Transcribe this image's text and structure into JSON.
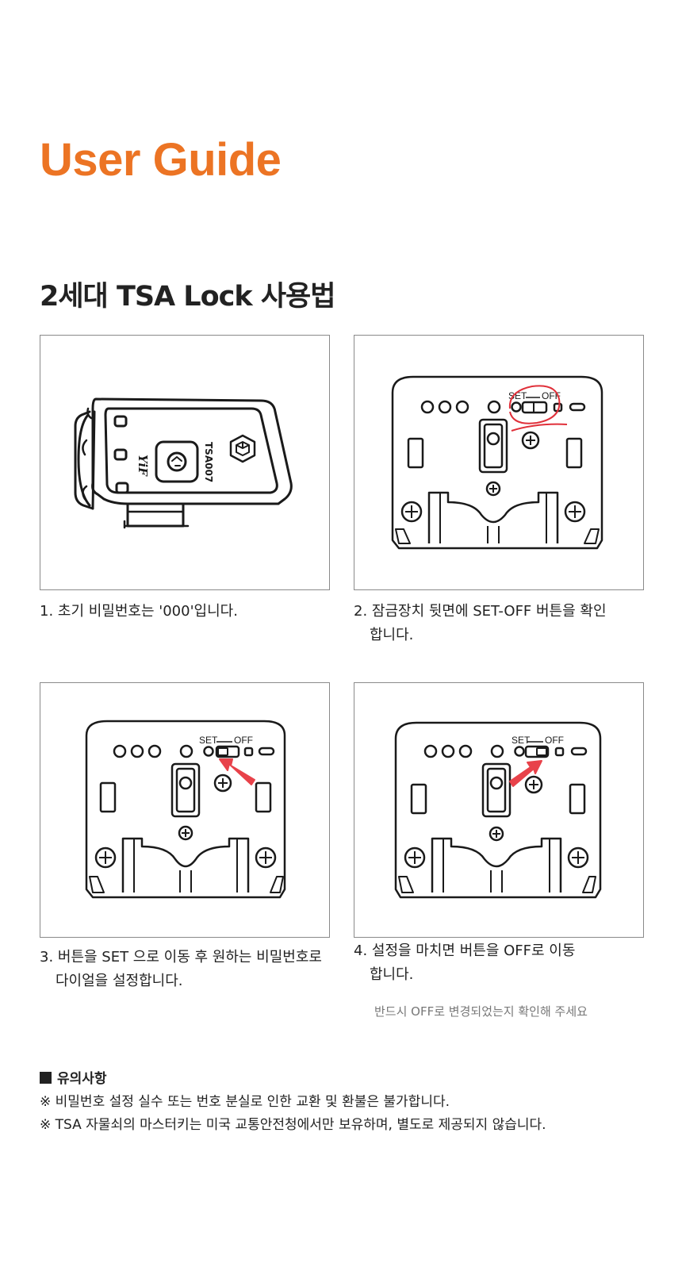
{
  "header": {
    "title": "User Guide",
    "subtitle": "2세대 TSA Lock 사용법"
  },
  "steps": [
    {
      "line1": "1. 초기 비밀번호는 '000'입니다.",
      "line2": ""
    },
    {
      "line1": "2. 잠금장치 뒷면에 SET-OFF 버튼을 확인",
      "line2": "합니다."
    },
    {
      "line1": "3. 버튼을 SET 으로 이동 후 원하는 비밀번호로",
      "line2": "다이얼을 설정합니다."
    },
    {
      "line1": "4. 설정을 마치면 버튼을 OFF로 이동",
      "line2": "합니다.",
      "note": "반드시 OFF로 변경되었는지 확인해 주세요"
    }
  ],
  "illustrations": {
    "lock_front": {
      "brand": "YiF",
      "model": "TSA007"
    },
    "switch_labels": {
      "set": "SET",
      "off": "OFF"
    }
  },
  "cautions": {
    "heading": "유의사항",
    "items": [
      "※ 비밀번호 설정 실수 또는 번호 분실로 인한 교환 및 환불은 불가합니다.",
      "※ TSA 자물쇠의 마스터키는 미국 교통안전청에서만 보유하며, 별도로 제공되지 않습니다."
    ]
  },
  "colors": {
    "accent": "#ec7424",
    "arrow": "#e8424a",
    "mark": "#e0303a"
  }
}
